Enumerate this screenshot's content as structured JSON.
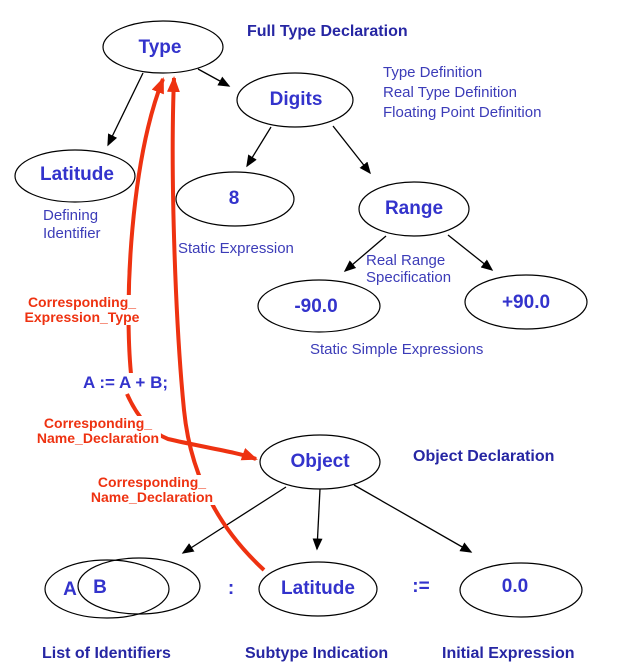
{
  "colors": {
    "background": "#ffffff",
    "node_text": "#3333cc",
    "header_text": "#2626a3",
    "annotation_text": "#3c3cb8",
    "red": "#ee3211",
    "edge": "#000000"
  },
  "nodes": {
    "type": "Type",
    "latitude_top": "Latitude",
    "digits": "Digits",
    "eight": "8",
    "range": "Range",
    "neg90": "-90.0",
    "pos90": "+90.0",
    "object": "Object",
    "ident_a": "A",
    "ident_b": "B",
    "latitude_bottom": "Latitude",
    "zero": "0.0",
    "colon": ":",
    "assign": ":="
  },
  "headers": {
    "full_type_declaration": "Full Type Declaration",
    "object_declaration": "Object Declaration",
    "list_of_identifiers": "List of Identifiers",
    "subtype_indication": "Subtype Indication",
    "initial_expression": "Initial Expression"
  },
  "annotations": {
    "digits_lines": [
      "Type Definition",
      "Real Type Definition",
      "Floating Point Definition"
    ],
    "defining_identifier": [
      "Defining",
      "Identifier"
    ],
    "static_expression": "Static Expression",
    "real_range": [
      "Real Range",
      "Specification"
    ],
    "static_simple_expressions": "Static Simple Expressions"
  },
  "red_labels": {
    "expression_type": [
      "Corresponding_",
      "Expression_Type"
    ],
    "name_declaration_1": [
      "Corresponding_",
      "Name_Declaration"
    ],
    "name_declaration_2": [
      "Corresponding_",
      "Name_Declaration"
    ]
  },
  "statement": "A := A + B;"
}
